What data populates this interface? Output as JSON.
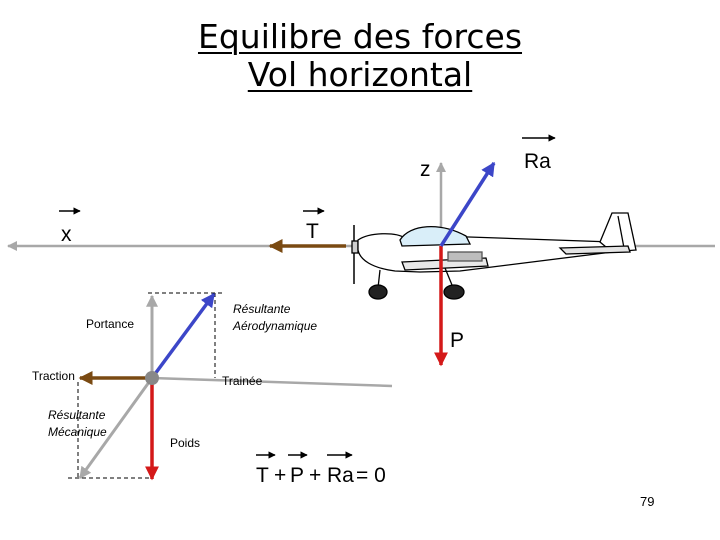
{
  "title_line1": "Equilibre des forces",
  "title_line2": "Vol horizontal",
  "labels": {
    "z": "z",
    "ra": "Ra",
    "x": "x",
    "t": "T",
    "p": "P",
    "portance": "Portance",
    "resultante_aero_1": "Résultante",
    "resultante_aero_2": "Aérodynamique",
    "traction": "Traction",
    "trainee": "Trainée",
    "resultante_meca_1": "Résultante",
    "resultante_meca_2": "Mécanique",
    "poids": "Poids"
  },
  "equation": {
    "t": "T",
    "plus1": "+",
    "p": "P",
    "plus2": "+",
    "ra": "Ra",
    "eq": "= 0"
  },
  "page_number": "79",
  "colors": {
    "blue": "#3c46c8",
    "red": "#d41919",
    "brown": "#7a4a12",
    "gray": "#a8a8a8"
  }
}
